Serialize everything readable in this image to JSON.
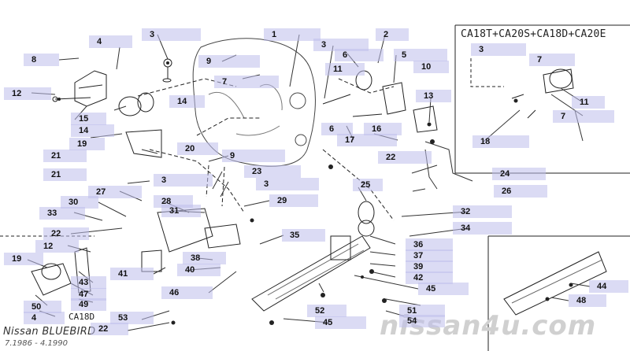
{
  "inset_title": "CA18T+CA20S+CA18D+CA20E",
  "sub_label": "CA18D",
  "model_name": "Nissan BLUEBIRD",
  "model_dates": "7.1986 - 4.1990",
  "watermark": "nissan4u.com",
  "callouts": [
    {
      "id": "c1",
      "label": "1"
    },
    {
      "id": "c2",
      "label": "2"
    },
    {
      "id": "c3a",
      "label": "3"
    },
    {
      "id": "c3b",
      "label": "3"
    },
    {
      "id": "c3c",
      "label": "3"
    },
    {
      "id": "c3d",
      "label": "3"
    },
    {
      "id": "c3e",
      "label": "3"
    },
    {
      "id": "c4a",
      "label": "4"
    },
    {
      "id": "c4b",
      "label": "4"
    },
    {
      "id": "c5",
      "label": "5"
    },
    {
      "id": "c6a",
      "label": "6"
    },
    {
      "id": "c6b",
      "label": "6"
    },
    {
      "id": "c7a",
      "label": "7"
    },
    {
      "id": "c7b",
      "label": "7"
    },
    {
      "id": "c7c",
      "label": "7"
    },
    {
      "id": "c8",
      "label": "8"
    },
    {
      "id": "c9a",
      "label": "9"
    },
    {
      "id": "c9b",
      "label": "9"
    },
    {
      "id": "c10",
      "label": "10"
    },
    {
      "id": "c11a",
      "label": "11"
    },
    {
      "id": "c11b",
      "label": "11"
    },
    {
      "id": "c12a",
      "label": "12"
    },
    {
      "id": "c12b",
      "label": "12"
    },
    {
      "id": "c13",
      "label": "13"
    },
    {
      "id": "c14a",
      "label": "14"
    },
    {
      "id": "c14b",
      "label": "14"
    },
    {
      "id": "c15",
      "label": "15"
    },
    {
      "id": "c16",
      "label": "16"
    },
    {
      "id": "c17",
      "label": "17"
    },
    {
      "id": "c18",
      "label": "18"
    },
    {
      "id": "c19a",
      "label": "19"
    },
    {
      "id": "c19b",
      "label": "19"
    },
    {
      "id": "c20",
      "label": "20"
    },
    {
      "id": "c21a",
      "label": "21"
    },
    {
      "id": "c21b",
      "label": "21"
    },
    {
      "id": "c22a",
      "label": "22"
    },
    {
      "id": "c22b",
      "label": "22"
    },
    {
      "id": "c22c",
      "label": "22"
    },
    {
      "id": "c23",
      "label": "23"
    },
    {
      "id": "c24",
      "label": "24"
    },
    {
      "id": "c25",
      "label": "25"
    },
    {
      "id": "c26",
      "label": "26"
    },
    {
      "id": "c27",
      "label": "27"
    },
    {
      "id": "c28",
      "label": "28"
    },
    {
      "id": "c29",
      "label": "29"
    },
    {
      "id": "c30",
      "label": "30"
    },
    {
      "id": "c31",
      "label": "31"
    },
    {
      "id": "c32",
      "label": "32"
    },
    {
      "id": "c33",
      "label": "33"
    },
    {
      "id": "c34",
      "label": "34"
    },
    {
      "id": "c35",
      "label": "35"
    },
    {
      "id": "c36",
      "label": "36"
    },
    {
      "id": "c37",
      "label": "37"
    },
    {
      "id": "c38",
      "label": "38"
    },
    {
      "id": "c39",
      "label": "39"
    },
    {
      "id": "c40",
      "label": "40"
    },
    {
      "id": "c41",
      "label": "41"
    },
    {
      "id": "c42",
      "label": "42"
    },
    {
      "id": "c43",
      "label": "43"
    },
    {
      "id": "c44",
      "label": "44"
    },
    {
      "id": "c45a",
      "label": "45"
    },
    {
      "id": "c45b",
      "label": "45"
    },
    {
      "id": "c46",
      "label": "46"
    },
    {
      "id": "c47",
      "label": "47"
    },
    {
      "id": "c48",
      "label": "48"
    },
    {
      "id": "c49",
      "label": "49"
    },
    {
      "id": "c50",
      "label": "50"
    },
    {
      "id": "c51",
      "label": "51"
    },
    {
      "id": "c52",
      "label": "52"
    },
    {
      "id": "c53",
      "label": "53"
    },
    {
      "id": "c54",
      "label": "54"
    }
  ]
}
